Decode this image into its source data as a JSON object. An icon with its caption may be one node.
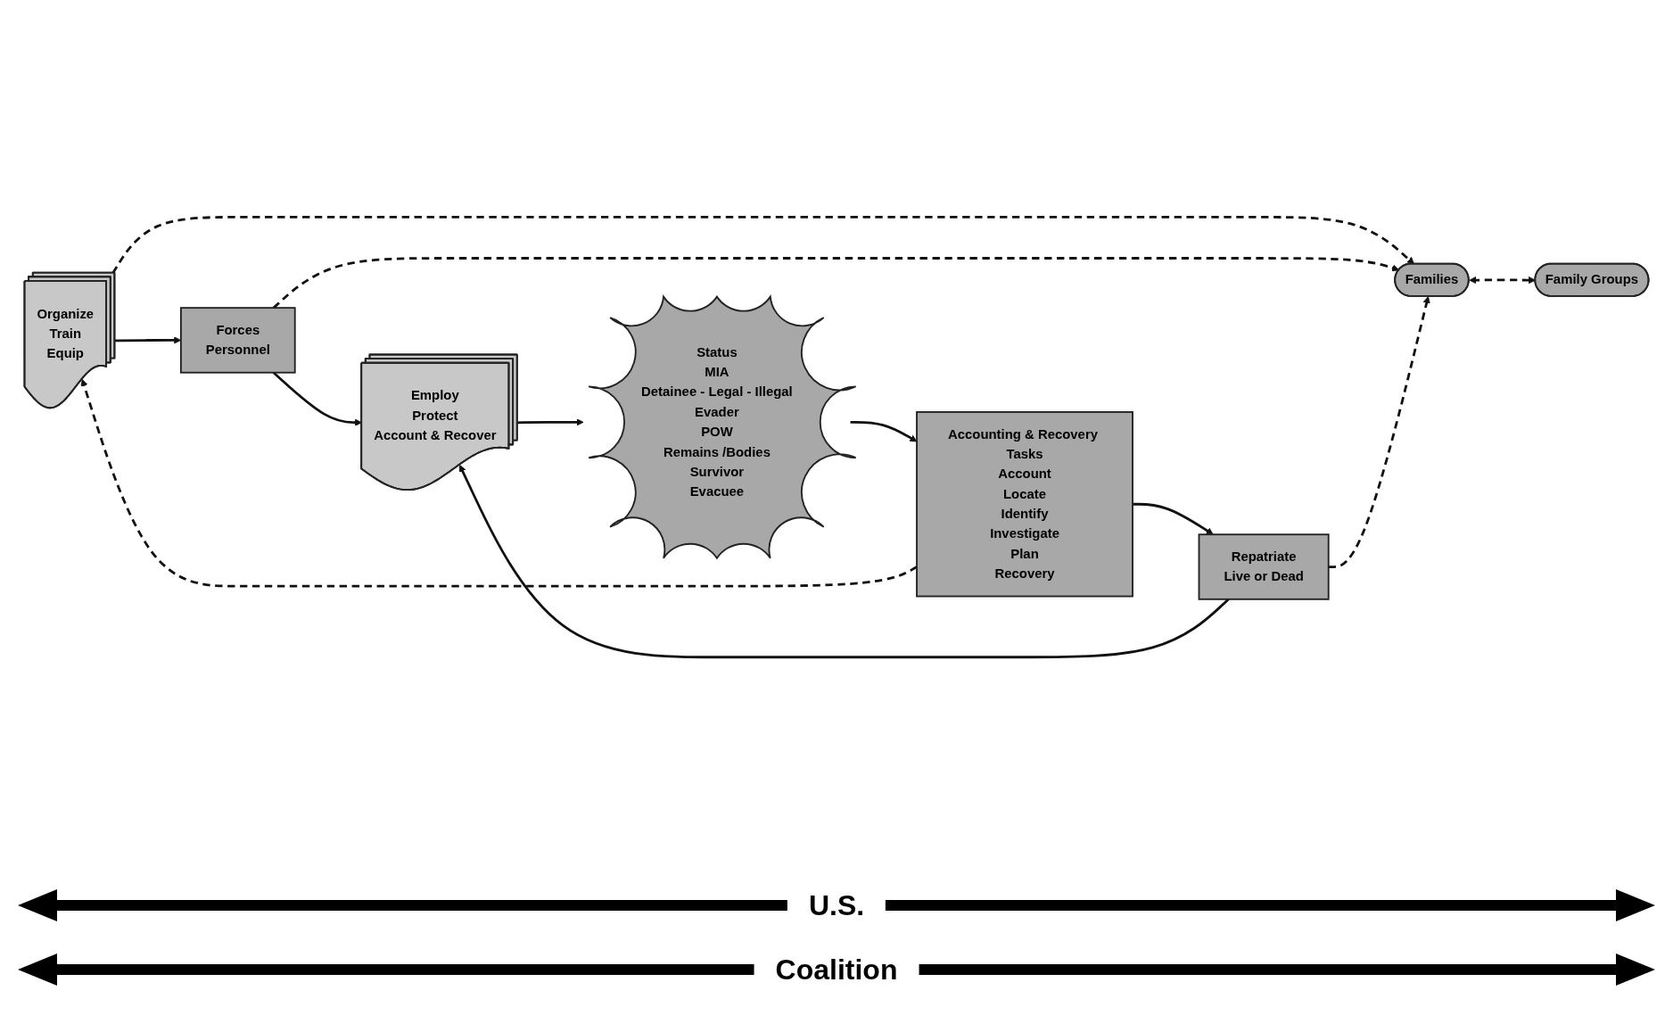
{
  "diagram": {
    "nodes": [
      {
        "text": [
          "Organize",
          "Train",
          "Equip"
        ]
      },
      {
        "text": [
          "Forces",
          "Personnel"
        ]
      },
      {
        "text": [
          "Employ",
          "Protect",
          "Account & Recover"
        ]
      },
      {
        "text": [
          "Status",
          "MIA",
          "Detainee - Legal - Illegal",
          "Evader",
          "POW",
          "Remains /Bodies",
          "Survivor",
          "Evacuee"
        ]
      },
      {
        "text": [
          "Accounting & Recovery Tasks",
          "Account",
          "Locate",
          "Identify",
          "Investigate",
          "Plan",
          "Recovery"
        ]
      },
      {
        "text": [
          "Repatriate",
          "Live or Dead"
        ]
      },
      {
        "text": [
          "Families"
        ]
      },
      {
        "text": [
          "Family Groups"
        ]
      }
    ],
    "edges": [
      {
        "from": 0,
        "to": 1,
        "arrow": "to"
      },
      {
        "from": 1,
        "to": 2,
        "arrow": "to"
      },
      {
        "from": 2,
        "to": 3,
        "arrow": "to"
      },
      {
        "from": 3,
        "to": 4,
        "arrow": "to"
      },
      {
        "from": 4,
        "to": 0,
        "arrow": "to",
        "style": "dashed"
      },
      {
        "from": 4,
        "to": 5,
        "arrow": "to"
      },
      {
        "from": 5,
        "to": 2,
        "arrow": "to"
      },
      {
        "from": 0,
        "to": 6,
        "arrow": "to",
        "style": "dashed"
      },
      {
        "from": 1,
        "to": 6,
        "arrow": "to",
        "style": "dashed"
      },
      {
        "from": 5,
        "to": 6,
        "arrow": "to",
        "style": "dashed"
      },
      {
        "from": 6,
        "to": 7,
        "arrow": "both",
        "style": "dashed"
      }
    ],
    "labels": [
      "U.S.",
      "Coalition"
    ]
  }
}
